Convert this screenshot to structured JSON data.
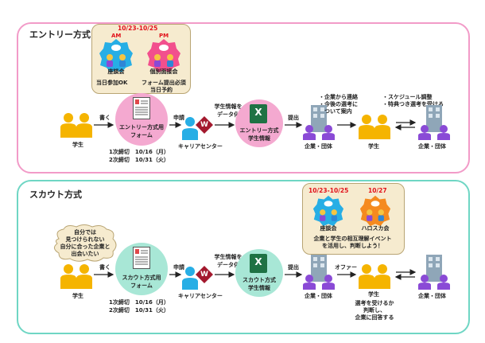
{
  "entry": {
    "title": "エントリー方式",
    "event_dates": "10/23-10/25",
    "am": "AM",
    "pm": "PM",
    "event1_name": "座談会",
    "event2_name": "個別面接会",
    "event1_note": "当日参加OK",
    "event2_note1": "フォーム提出必須",
    "event2_note2": "当日予約",
    "student1": "学生",
    "apply1": "書く",
    "form_label1": "エントリー方式用",
    "form_label2": "フォーム",
    "deadline1": "1次締切　10/16（月）",
    "deadline2": "2次締切　10/31（火）",
    "apply2": "申請",
    "career_center": "キャリアセンター",
    "digitize1": "学生情報を",
    "digitize2": "データ化",
    "excel_label1": "エントリー方式",
    "excel_label2": "学生情報",
    "submit": "提出",
    "company_note1": "・企業から連絡",
    "company_note2": "・今後の選考に",
    "company_note3": "　ついて案内",
    "company1": "企業・団体",
    "student_note1": "・スケジュール調整",
    "student_note2": "・特典つき選考を受ける",
    "student2": "学生",
    "company2": "企業・団体"
  },
  "scout": {
    "title": "スカウト方式",
    "date1": "10/23-10/25",
    "date2": "10/27",
    "event1_name": "座談会",
    "event2_name": "ハロスカ会",
    "event_note1": "企業と学生の相互理解イベント",
    "event_note2": "を活用し、判断しよう！",
    "bubble1": "自分では",
    "bubble2": "見つけられない",
    "bubble3": "自分に合った企業と",
    "bubble4": "出会いたい",
    "student1": "学生",
    "apply1": "書く",
    "form_label1": "スカウト方式用",
    "form_label2": "フォーム",
    "deadline1": "1次締切　10/16（月）",
    "deadline2": "2次締切　10/31（火）",
    "apply2": "申請",
    "career_center": "キャリアセンター",
    "digitize1": "学生情報を",
    "digitize2": "データ化",
    "excel_label1": "スカウト方式",
    "excel_label2": "学生情報",
    "submit": "提出",
    "company1": "企業・団体",
    "offer": "オファー",
    "student2": "学生",
    "student_note1": "選考を受けるか",
    "student_note2": "判断し、",
    "student_note3": "企業に回答する",
    "company2": "企業・団体"
  },
  "icons": {
    "wiley_letter": "W",
    "excel_letter": "X"
  },
  "colors": {
    "entry_border": "#f29bc8",
    "scout_border": "#6fd6c4",
    "red_date": "#e1121b",
    "pink_circle": "#f4a9d0",
    "green_circle": "#a8e7d6",
    "excel_green": "#1f7244",
    "wiley_red": "#a3192e"
  }
}
